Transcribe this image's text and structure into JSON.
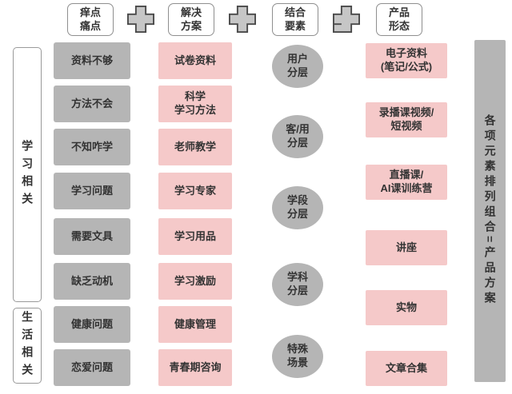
{
  "palette": {
    "background": "#ffffff",
    "gray_fill": "#b5b5b5",
    "pink_fill": "#f5c9c9",
    "plus_fill": "#c6c6c6",
    "plus_border": "#4a4a4a",
    "header_border": "#8f8f8f",
    "text": "#333333"
  },
  "headers": {
    "pain": "痒点\n痛点",
    "solution": "解决\n方案",
    "element": "结合\n要素",
    "product": "产品\n形态"
  },
  "plus_icons": [
    "plus",
    "plus",
    "plus"
  ],
  "side_groups": {
    "study": "学习相关",
    "life": "生活相关"
  },
  "pain_points": [
    "资料不够",
    "方法不会",
    "不知咋学",
    "学习问题",
    "需要文具",
    "缺乏动机",
    "健康问题",
    "恋爱问题"
  ],
  "solutions": [
    "试卷资料",
    "科学\n学习方法",
    "老师教学",
    "学习专家",
    "学习用品",
    "学习激励",
    "健康管理",
    "青春期咨询"
  ],
  "elements": [
    "用户\n分层",
    "客/用\n分层",
    "学段\n分层",
    "学科\n分层",
    "特殊\n场景"
  ],
  "products": [
    "电子资料\n(笔记/公式)",
    "录播课视频/\n短视频",
    "直播课/\nAI课训练营",
    "讲座",
    "实物",
    "文章合集"
  ],
  "right_bar": "各项元素排列组合=产品方案"
}
